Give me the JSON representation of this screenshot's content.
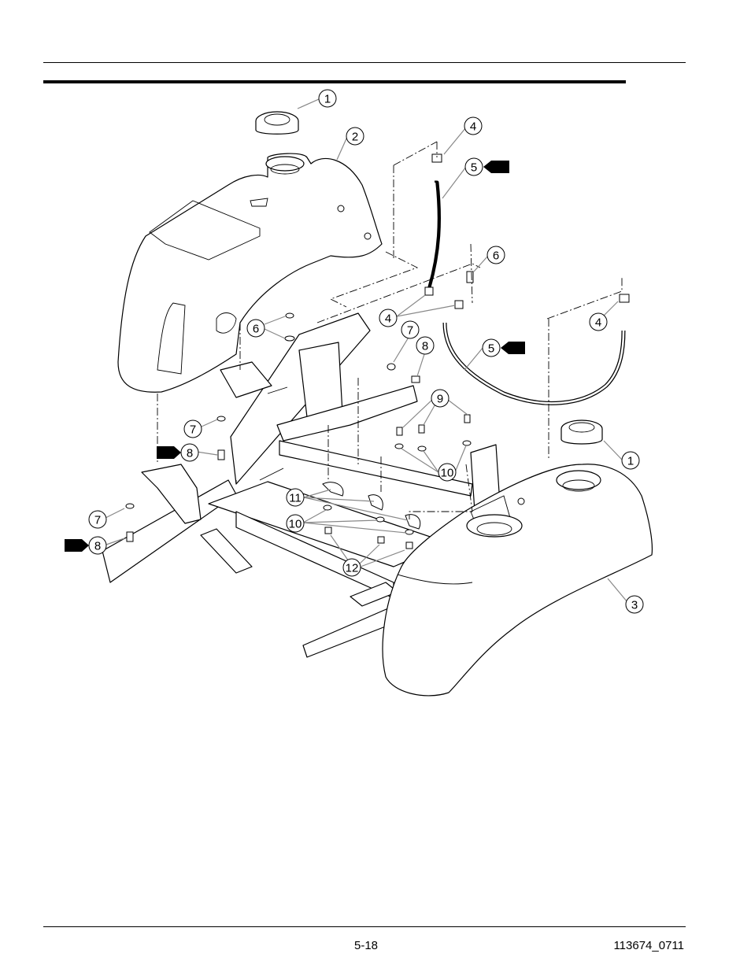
{
  "footer": {
    "page_number": "5-18",
    "document_number": "113674_0711"
  },
  "callouts": [
    {
      "id": "c1a",
      "label": "1"
    },
    {
      "id": "c2",
      "label": "2"
    },
    {
      "id": "c4a",
      "label": "4"
    },
    {
      "id": "c5a",
      "label": "5"
    },
    {
      "id": "c6a",
      "label": "6"
    },
    {
      "id": "c4b",
      "label": "4"
    },
    {
      "id": "c6b",
      "label": "6"
    },
    {
      "id": "c7a",
      "label": "7"
    },
    {
      "id": "c8a",
      "label": "8"
    },
    {
      "id": "c4c",
      "label": "4"
    },
    {
      "id": "c5b",
      "label": "5"
    },
    {
      "id": "c9",
      "label": "9"
    },
    {
      "id": "c7b",
      "label": "7"
    },
    {
      "id": "c8b",
      "label": "8"
    },
    {
      "id": "c1b",
      "label": "1"
    },
    {
      "id": "c10a",
      "label": "10"
    },
    {
      "id": "c11",
      "label": "11"
    },
    {
      "id": "c7c",
      "label": "7"
    },
    {
      "id": "c10b",
      "label": "10"
    },
    {
      "id": "c8c",
      "label": "8"
    },
    {
      "id": "c12",
      "label": "12"
    },
    {
      "id": "c3",
      "label": "3"
    }
  ]
}
